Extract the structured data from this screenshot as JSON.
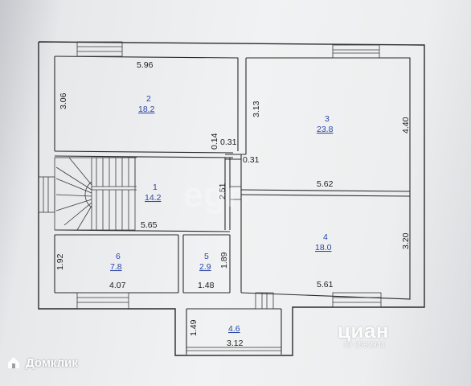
{
  "rooms": [
    {
      "number": "1",
      "area": "14.2"
    },
    {
      "number": "2",
      "area": "18.2"
    },
    {
      "number": "3",
      "area": "23.8"
    },
    {
      "number": "4",
      "area": "18.0"
    },
    {
      "number": "5",
      "area": "2.9"
    },
    {
      "number": "6",
      "area": "7.8"
    },
    {
      "number": "",
      "area": "4.6"
    }
  ],
  "dimensions": {
    "room2_width": "5.96",
    "room2_height": "3.06",
    "wall_a": "0.14",
    "wall_b": "0.31",
    "room3_height_left": "3.13",
    "room3_height_right": "4.40",
    "wall_c": "0.31",
    "room3_width": "5.62",
    "room1_height": "2.51",
    "room1_width": "5.65",
    "room4_height": "3.20",
    "room6_height": "1.92",
    "room6_width": "4.07",
    "room5_height": "1.89",
    "room5_width": "1.48",
    "room4_width": "5.61",
    "porch_height": "1.49",
    "porch_width": "3.12"
  },
  "watermarks": {
    "center": "egr",
    "cian": "циан",
    "cian_id": "ID 2582941",
    "domclick": "Домклик"
  }
}
